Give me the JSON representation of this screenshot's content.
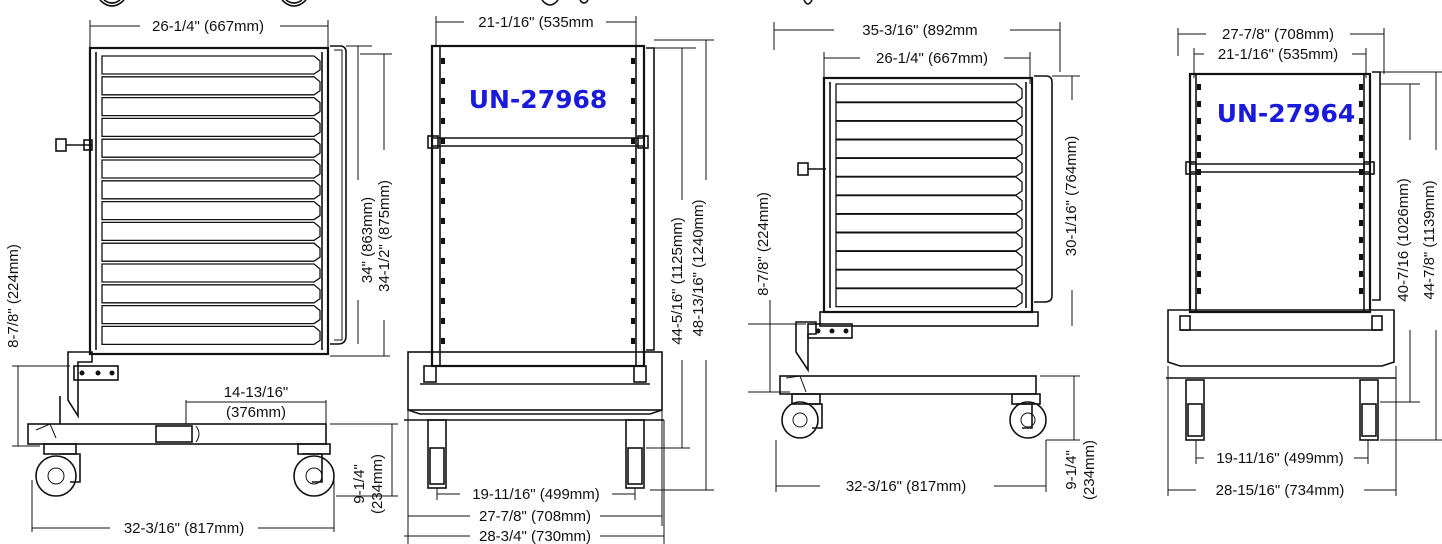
{
  "colors": {
    "model_label": "#1a1adc",
    "ink": "#111111",
    "background": "#ffffff"
  },
  "cart_24k_side": {
    "width_top": "26-1/4\" (667mm)",
    "handle_height": "8-7/8\"  (224mm)",
    "height_inner": "34\" (863mm)",
    "height_outer": "34-1/2\" (875mm)",
    "offset_width": "14-13/16\"",
    "offset_width_mm": "(376mm)",
    "caster_height_in": "9-1/4\"",
    "caster_height_mm": "(234mm)",
    "base_length": "32-3/16\" (817mm)"
  },
  "cart_24k_front": {
    "model": "UN-27968",
    "width_top": "21-1/16\" (535mm",
    "height_inner": "44-5/16\" (1125mm)",
    "height_outer": "48-13/16\" (1240mm)",
    "caster_spacing": "19-11/16\" (499mm)",
    "base_width": "27-7/8\" (708mm)",
    "overall_width": "28-3/4\" (730mm)"
  },
  "cart_20k_side": {
    "width_overall": "35-3/16\" (892mm",
    "width_top": "26-1/4\" (667mm)",
    "handle_height": "8-7/8\"  (224mm)",
    "rack_height": "30-1/16\" (764mm)",
    "caster_height_in": "9-1/4\"",
    "caster_height_mm": "(234mm)",
    "base_length": "32-3/16\" (817mm)"
  },
  "cart_20k_front": {
    "model": "UN-27964",
    "width_overall": "27-7/8\" (708mm)",
    "width_top": "21-1/16\" (535mm)",
    "height_inner": "40-7/16 (1026mm)",
    "height_outer": "44-7/8\" (1139mm)",
    "caster_spacing": "19-11/16\" (499mm)",
    "base_width": "28-15/16\" (734mm)"
  }
}
